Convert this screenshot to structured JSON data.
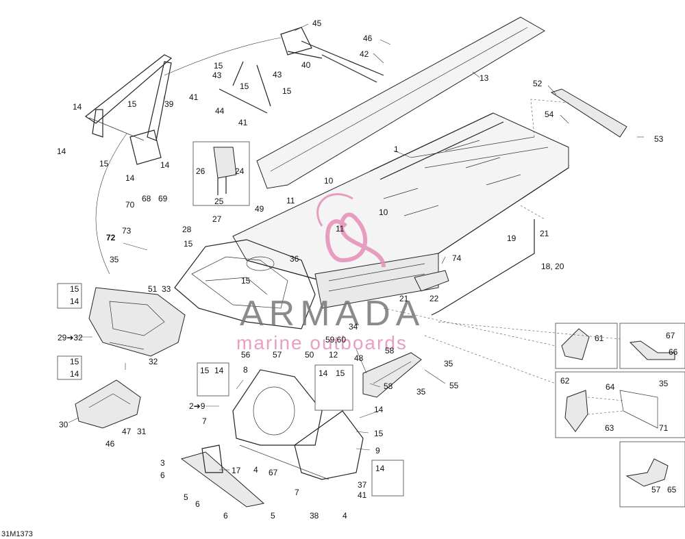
{
  "diagram": {
    "ref_code": "31M1373",
    "watermark": {
      "brand": "ARMADA",
      "tagline": "marine outboards"
    },
    "callouts": {
      "c1": "1",
      "c2_9": "2➔9",
      "c3": "3",
      "c4a": "4",
      "c4b": "4",
      "c5a": "5",
      "c5b": "5",
      "c6a": "6",
      "c6b": "6",
      "c6c": "6",
      "c7a": "7",
      "c7b": "7",
      "c8": "8",
      "c9": "9",
      "c10a": "10",
      "c10b": "10",
      "c11a": "11",
      "c11b": "11",
      "c12": "12",
      "c13": "13",
      "c14_1": "14",
      "c14_2": "14",
      "c14_3": "14",
      "c14_4": "14",
      "c14_5": "14",
      "c14_6": "14",
      "c14_7": "14",
      "c14_8": "14",
      "c14_9": "14",
      "c14_10": "14",
      "c15_1": "15",
      "c15_2": "15",
      "c15_3": "15",
      "c15_4": "15",
      "c15_5": "15",
      "c15_6": "15",
      "c15_7": "15",
      "c15_8": "15",
      "c15_9": "15",
      "c15_10": "15",
      "c15_11": "15",
      "c15_12": "15",
      "c17": "17",
      "c18_20": "18, 20",
      "c19": "19",
      "c21a": "21",
      "c21b": "21",
      "c22": "22",
      "c24": "24",
      "c25": "25",
      "c26": "26",
      "c27": "27",
      "c28": "28",
      "c29_32": "29➔32",
      "c30": "30",
      "c31": "31",
      "c32": "32",
      "c33": "33",
      "c34": "34",
      "c35a": "35",
      "c35b": "35",
      "c35c": "35",
      "c35d": "35",
      "c36": "36",
      "c37": "37",
      "c38": "38",
      "c39": "39",
      "c40": "40",
      "c41a": "41",
      "c41b": "41",
      "c41c": "41",
      "c42": "42",
      "c43a": "43",
      "c43b": "43",
      "c44": "44",
      "c45": "45",
      "c46a": "46",
      "c46b": "46",
      "c47": "47",
      "c48": "48",
      "c49": "49",
      "c50": "50",
      "c51": "51",
      "c52": "52",
      "c53": "53",
      "c54": "54",
      "c55": "55",
      "c56": "56",
      "c57a": "57",
      "c57b": "57",
      "c58a": "58",
      "c58b": "58",
      "c59_60": "59,60",
      "c61": "61",
      "c62": "62",
      "c63": "63",
      "c64": "64",
      "c65": "65",
      "c66": "66",
      "c67a": "67",
      "c67b": "67",
      "c68": "68",
      "c69": "69",
      "c70": "70",
      "c71": "71",
      "c72": "72",
      "c73": "73",
      "c74": "74"
    }
  },
  "colors": {
    "line": "#222222",
    "watermark": "#e58fb6",
    "watermark_text": "#777777"
  }
}
